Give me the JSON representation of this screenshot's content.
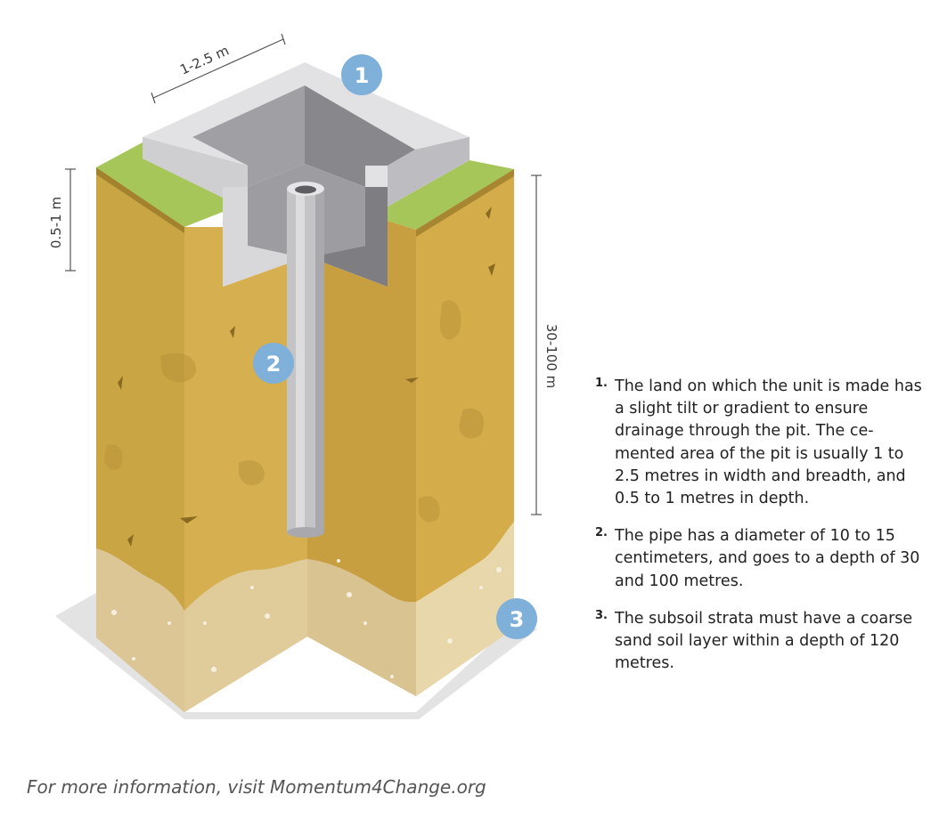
{
  "dimensions": {
    "width_label": "1-2.5 m",
    "pit_depth_label": "0.5-1 m",
    "pipe_depth_label": "30-100 m"
  },
  "badges": [
    "1",
    "2",
    "3"
  ],
  "notes": [
    {
      "number": "1.",
      "text": "The land on which the unit is made has a slight tilt or gradient to ensure drainage through the pit. The ce-mented area of the pit is usually 1 to 2.5 metres in width and breadth, and 0.5 to 1 metres in depth."
    },
    {
      "number": "2.",
      "text": "The pipe has a diameter of 10 to 15 centimeters, and goes to a depth of 30 and 100 metres."
    },
    {
      "number": "3.",
      "text": "The subsoil strata must have a coarse sand soil layer within a depth of 120 metres."
    }
  ],
  "footer": "For more information, visit Momentum4Change.org",
  "colors": {
    "soil_left": "#c9a544",
    "soil_right": "#d4ad4a",
    "sand_left": "#dcc696",
    "sand_right": "#e9d7ac",
    "grass": "#a6c65a",
    "concrete_rim": "#e2e2e4",
    "concrete_shadow": "#9e9ea2",
    "pipe": "#c4c4c6",
    "badge": "#7fb0d9"
  }
}
